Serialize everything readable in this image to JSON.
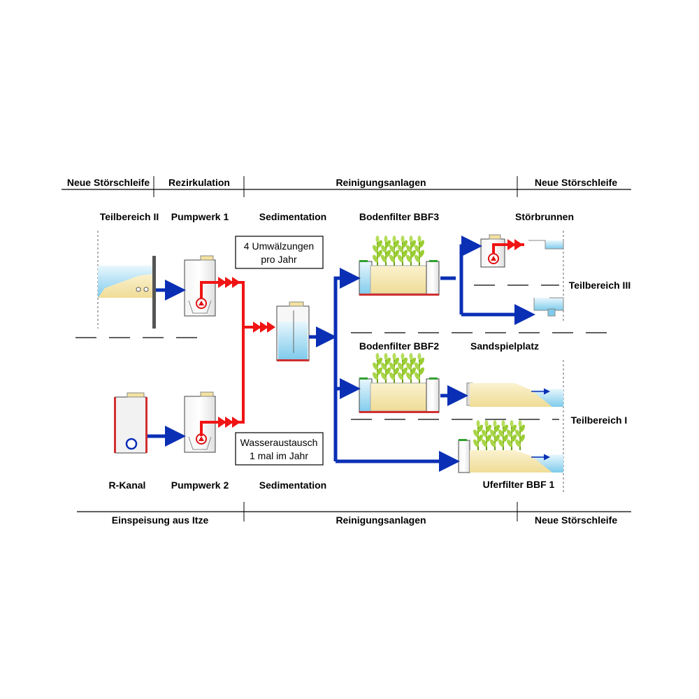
{
  "header_top": {
    "col1": "Neue Störschleife",
    "col2": "Rezirkulation",
    "col3": "Reinigungsanlagen",
    "col4": "Neue Störschleife"
  },
  "header_bottom": {
    "col1": "Einspeisung aus Itze",
    "col3": "Reinigungsanlagen",
    "col4": "Neue Störschleife"
  },
  "labels": {
    "teilbereich_2": "Teilbereich II",
    "pumpwerk_1": "Pumpwerk 1",
    "sedimentation_top": "Sedimentation",
    "bodenfilter_3": "Bodenfilter BBF3",
    "stoerbrunnen": "Störbrunnen",
    "teilbereich_3": "Teilbereich III",
    "bodenfilter_2": "Bodenfilter BBF2",
    "sandspielplatz": "Sandspielplatz",
    "teilbereich_1": "Teilbereich I",
    "uferfilter_1": "Uferfilter BBF 1",
    "r_kanal": "R-Kanal",
    "pumpwerk_2": "Pumpwerk 2",
    "sedimentation_bottom": "Sedimentation"
  },
  "notes": {
    "umwaelzungen_line1": "4 Umwälzungen",
    "umwaelzungen_line2": "pro Jahr",
    "wasseraustausch_line1": "Wasseraustausch",
    "wasseraustausch_line2": "1 mal im Jahr"
  },
  "colors": {
    "water_flow": "#0a2fb5",
    "recirculation_flow": "#f01414",
    "water_fill": "#bfe6f7",
    "sand_fill": "#f6e9b8",
    "plant_green": "#9acd32"
  }
}
